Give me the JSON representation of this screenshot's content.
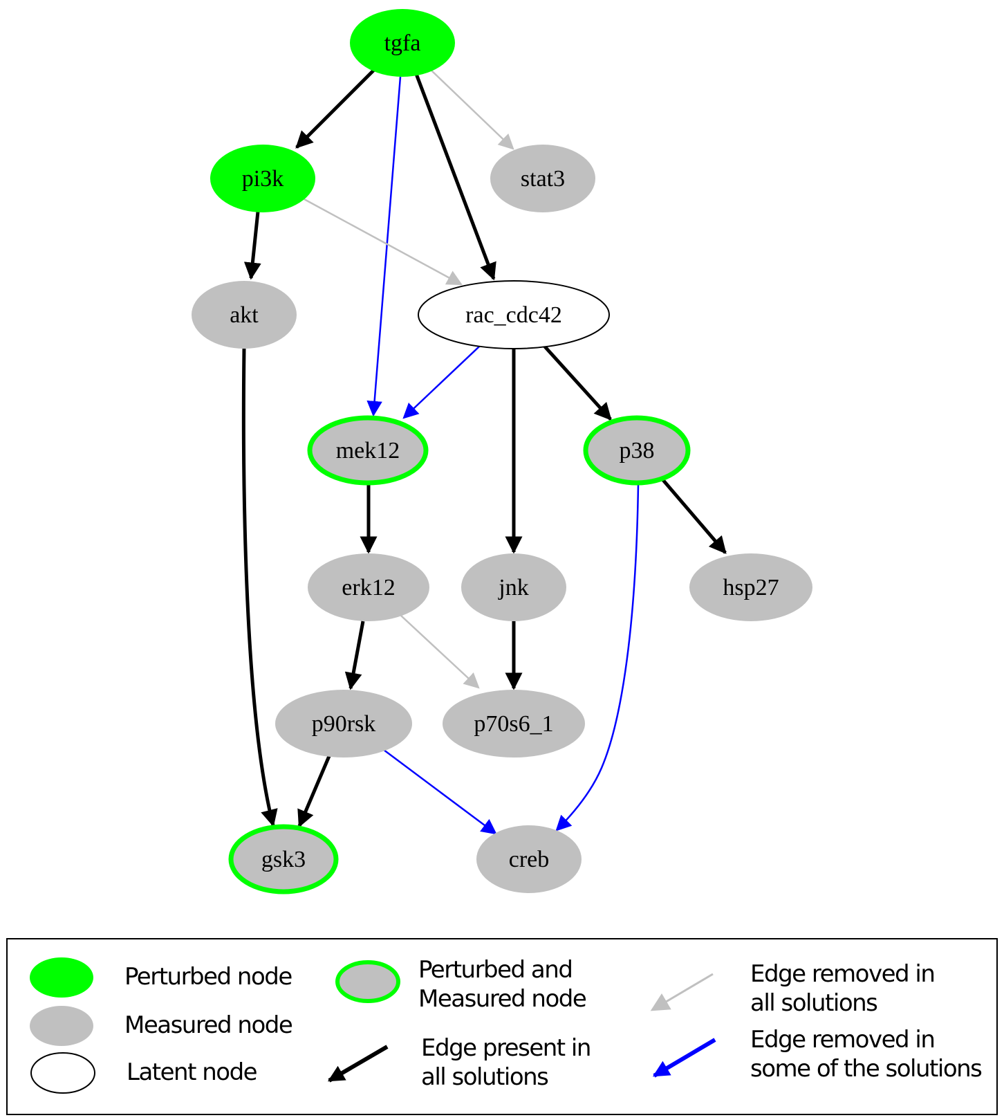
{
  "colors": {
    "perturbed_fill": "#00ff00",
    "measured_fill": "#c0c0c0",
    "latent_fill": "#ffffff",
    "outline_green": "#00ff00",
    "outline_black": "#000000",
    "edge_present": "#000000",
    "edge_removed_all": "#c0c0c0",
    "edge_removed_some": "#0000ff"
  },
  "nodes": [
    {
      "id": "tgfa",
      "label": "tgfa",
      "kind": "perturbed"
    },
    {
      "id": "pi3k",
      "label": "pi3k",
      "kind": "perturbed"
    },
    {
      "id": "stat3",
      "label": "stat3",
      "kind": "measured"
    },
    {
      "id": "akt",
      "label": "akt",
      "kind": "measured"
    },
    {
      "id": "rac_cdc42",
      "label": "rac_cdc42",
      "kind": "latent"
    },
    {
      "id": "mek12",
      "label": "mek12",
      "kind": "perturbed_measured"
    },
    {
      "id": "p38",
      "label": "p38",
      "kind": "perturbed_measured"
    },
    {
      "id": "erk12",
      "label": "erk12",
      "kind": "measured"
    },
    {
      "id": "jnk",
      "label": "jnk",
      "kind": "measured"
    },
    {
      "id": "hsp27",
      "label": "hsp27",
      "kind": "measured"
    },
    {
      "id": "p90rsk",
      "label": "p90rsk",
      "kind": "measured"
    },
    {
      "id": "p70s6_1",
      "label": "p70s6_1",
      "kind": "measured"
    },
    {
      "id": "gsk3",
      "label": "gsk3",
      "kind": "perturbed_measured"
    },
    {
      "id": "creb",
      "label": "creb",
      "kind": "measured"
    }
  ],
  "edges": [
    {
      "from": "tgfa",
      "to": "pi3k",
      "status": "present"
    },
    {
      "from": "tgfa",
      "to": "mek12",
      "status": "removed_some"
    },
    {
      "from": "tgfa",
      "to": "rac_cdc42",
      "status": "present"
    },
    {
      "from": "tgfa",
      "to": "stat3",
      "status": "removed_all"
    },
    {
      "from": "pi3k",
      "to": "akt",
      "status": "present"
    },
    {
      "from": "pi3k",
      "to": "rac_cdc42",
      "status": "removed_all"
    },
    {
      "from": "akt",
      "to": "gsk3",
      "status": "present"
    },
    {
      "from": "rac_cdc42",
      "to": "mek12",
      "status": "removed_some"
    },
    {
      "from": "rac_cdc42",
      "to": "jnk",
      "status": "present"
    },
    {
      "from": "rac_cdc42",
      "to": "p38",
      "status": "present"
    },
    {
      "from": "mek12",
      "to": "erk12",
      "status": "present"
    },
    {
      "from": "p38",
      "to": "hsp27",
      "status": "present"
    },
    {
      "from": "p38",
      "to": "creb",
      "status": "removed_some"
    },
    {
      "from": "erk12",
      "to": "p90rsk",
      "status": "present"
    },
    {
      "from": "erk12",
      "to": "p70s6_1",
      "status": "removed_all"
    },
    {
      "from": "jnk",
      "to": "p70s6_1",
      "status": "present"
    },
    {
      "from": "p90rsk",
      "to": "gsk3",
      "status": "present"
    },
    {
      "from": "p90rsk",
      "to": "creb",
      "status": "removed_some"
    }
  ],
  "legend": {
    "perturbed_node": "Perturbed node",
    "measured_node": "Measured node",
    "latent_node": "Latent node",
    "perturbed_measured_line1": "Perturbed and",
    "perturbed_measured_line2": "Measured node",
    "edge_present_line1": "Edge present in",
    "edge_present_line2": "all solutions",
    "edge_removed_all_line1": "Edge removed in",
    "edge_removed_all_line2": "all solutions",
    "edge_removed_some_line1": "Edge removed in",
    "edge_removed_some_line2": "some of the solutions"
  }
}
